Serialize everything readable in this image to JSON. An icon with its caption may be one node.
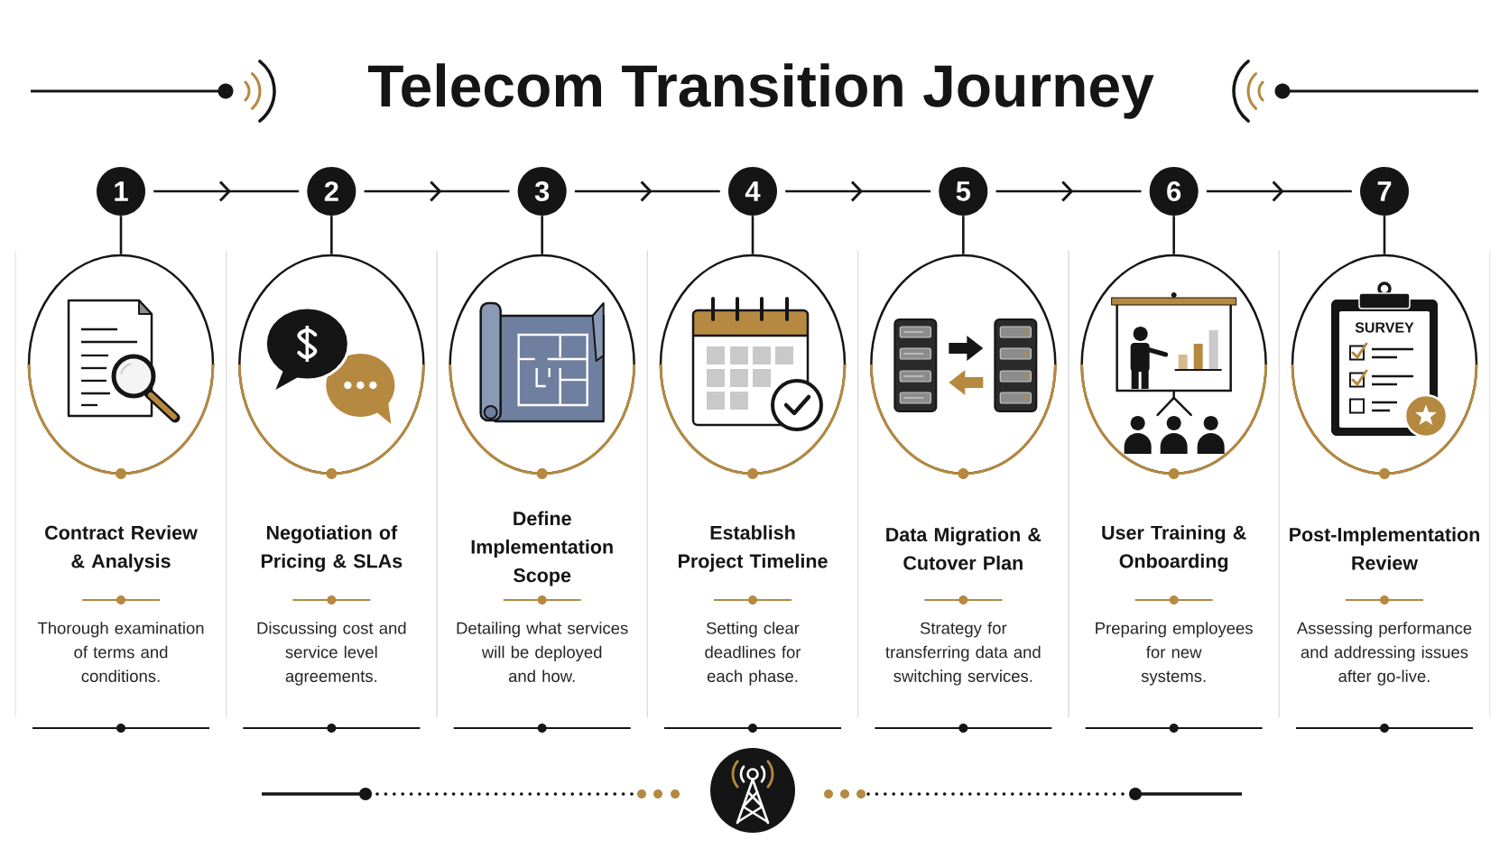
{
  "diagram": {
    "title": "Telecom Transition Journey",
    "nodes": [
      {
        "text": [
          "1"
        ]
      },
      {
        "text": [
          "2"
        ]
      },
      {
        "text": [
          "3"
        ]
      },
      {
        "text": [
          "4"
        ]
      },
      {
        "text": [
          "5"
        ]
      },
      {
        "text": [
          "6"
        ]
      },
      {
        "text": [
          "7"
        ]
      },
      {
        "text": [
          "Contract Review & Analysis",
          "Thorough examination of terms and conditions."
        ]
      },
      {
        "text": [],
        "shape": "circle",
        "in": 7
      },
      {
        "text": [
          "Negotiation of Pricing & SLAs",
          "Discussing cost and service level agreements."
        ]
      },
      {
        "text": [],
        "shape": "circle",
        "in": 9
      },
      {
        "text": [
          "Define Implementation Scope",
          "Detailing what services will be deployed and how."
        ]
      },
      {
        "text": [],
        "shape": "circle",
        "in": 11
      },
      {
        "text": [
          "Establish Project Timeline",
          "Setting clear deadlines for each phase."
        ]
      },
      {
        "text": [],
        "shape": "circle",
        "in": 13
      },
      {
        "text": [
          "Data Migration & Cutover Plan",
          "Strategy for transferring data and switching services."
        ]
      },
      {
        "text": [],
        "shape": "circle",
        "in": 15
      },
      {
        "text": [
          "User Training & Onboarding",
          "Preparing employees for new systems."
        ]
      },
      {
        "text": [],
        "shape": "circle",
        "in": 17
      },
      {
        "text": [
          "Post-Implementation Review",
          "Assessing performance and addressing issues after go-live."
        ]
      },
      {
        "text": [],
        "shape": "circle",
        "in": 19
      }
    ],
    "edges": [
      {
        "from": 0,
        "to": 1,
        "arrow": "to"
      },
      {
        "from": 1,
        "to": 2,
        "arrow": "to"
      },
      {
        "from": 2,
        "to": 3,
        "arrow": "to"
      },
      {
        "from": 3,
        "to": 4,
        "arrow": "to"
      },
      {
        "from": 4,
        "to": 5,
        "arrow": "to"
      },
      {
        "from": 5,
        "to": 6,
        "arrow": "to"
      },
      {
        "from": 0,
        "to": 8,
        "arrow": "none"
      },
      {
        "from": 1,
        "to": 10,
        "arrow": "none"
      },
      {
        "from": 2,
        "to": 12,
        "arrow": "none"
      },
      {
        "from": 3,
        "to": 14,
        "arrow": "none"
      },
      {
        "from": 4,
        "to": 16,
        "arrow": "none"
      },
      {
        "from": 5,
        "to": 18,
        "arrow": "none"
      },
      {
        "from": 6,
        "to": 20,
        "arrow": "none"
      }
    ],
    "labels": [
      "SURVEY"
    ]
  }
}
